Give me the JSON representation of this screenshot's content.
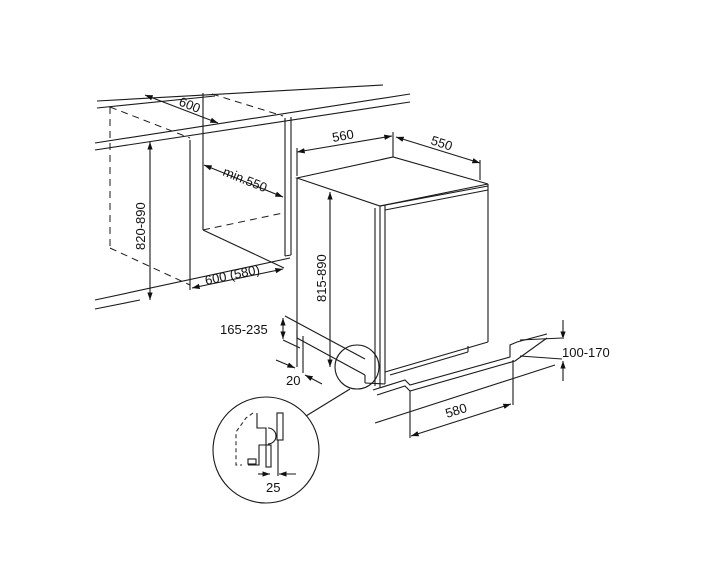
{
  "dimensions": {
    "niche_depth_top": "600",
    "niche_height": "820-890",
    "niche_min_depth": "min.550",
    "niche_depth_bottom": "600 (580)",
    "appliance_width": "560",
    "appliance_depth": "550",
    "appliance_height": "815-890",
    "plinth_height": "165-235",
    "plinth_offset": "20",
    "plinth_vent_height": "100-170",
    "plinth_depth": "580",
    "detail_gap": "25"
  },
  "colors": {
    "line": "#1a1a1a",
    "background": "#ffffff"
  }
}
